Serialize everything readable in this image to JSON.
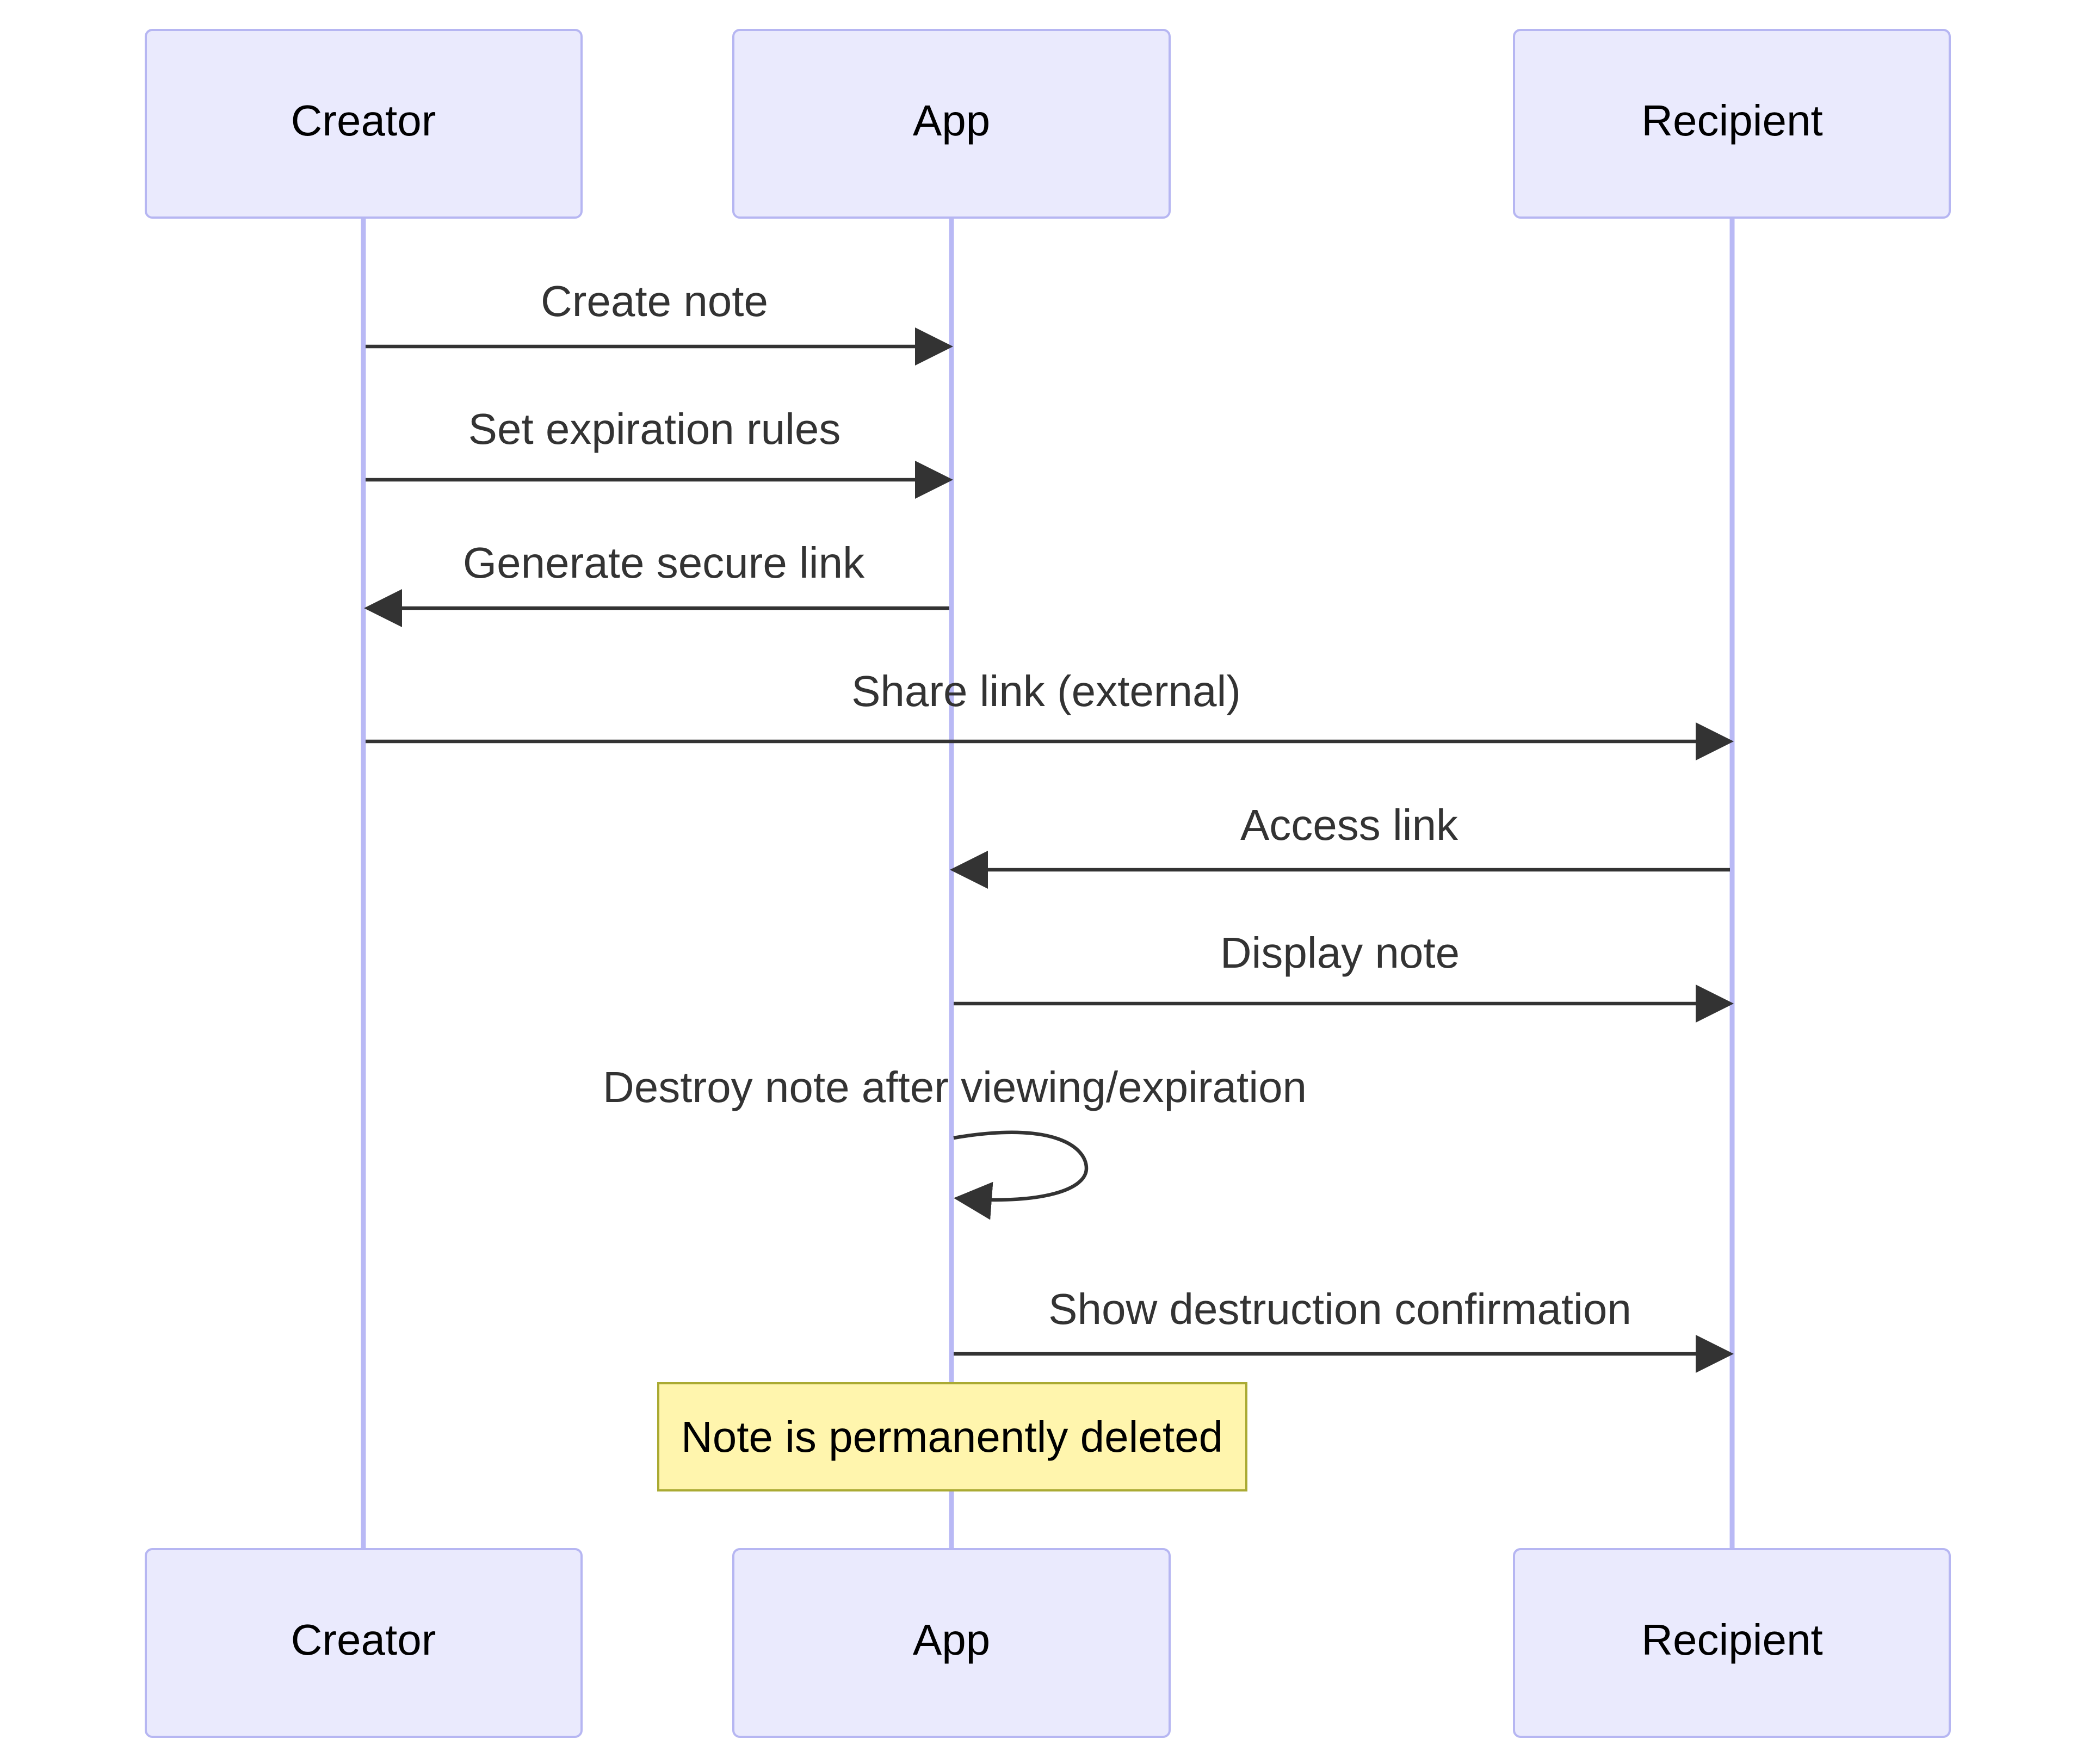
{
  "actors": [
    {
      "id": "creator",
      "label": "Creator"
    },
    {
      "id": "app",
      "label": "App"
    },
    {
      "id": "recipient",
      "label": "Recipient"
    }
  ],
  "messages": [
    {
      "from": "creator",
      "to": "app",
      "label": "Create note"
    },
    {
      "from": "creator",
      "to": "app",
      "label": "Set expiration rules"
    },
    {
      "from": "app",
      "to": "creator",
      "label": "Generate secure link"
    },
    {
      "from": "creator",
      "to": "recipient",
      "label": "Share link (external)"
    },
    {
      "from": "recipient",
      "to": "app",
      "label": "Access link"
    },
    {
      "from": "app",
      "to": "recipient",
      "label": "Display note"
    },
    {
      "from": "app",
      "to": "app",
      "label": "Destroy note after viewing/expiration"
    },
    {
      "from": "app",
      "to": "recipient",
      "label": "Show destruction confirmation"
    }
  ],
  "note": {
    "over": "app",
    "label": "Note is permanently deleted"
  },
  "colors": {
    "actor_fill": "#eaeafd",
    "actor_stroke": "#b6b6f2",
    "lifeline": "#b9b9f5",
    "arrow": "#333333",
    "note_fill": "#fff5ad",
    "note_stroke": "#aaaa33"
  }
}
